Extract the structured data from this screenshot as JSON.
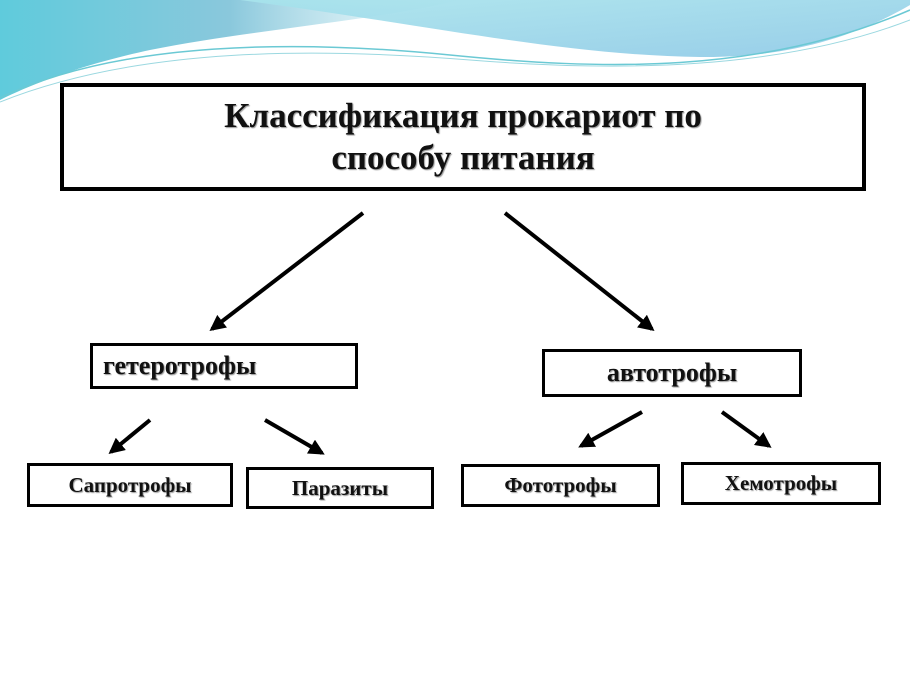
{
  "title": {
    "line1": "Классификация прокариот по",
    "line2": "способу питания"
  },
  "groups": [
    {
      "label": "гетеротрофы",
      "children": [
        "Сапротрофы",
        "Паразиты"
      ]
    },
    {
      "label": "автотрофы",
      "children": [
        "Фототрофы",
        "Хемотрофы"
      ]
    }
  ],
  "colors": {
    "wave_dark": "#7fc4d6",
    "wave_light": "#b4e3ec",
    "border": "#000000"
  }
}
